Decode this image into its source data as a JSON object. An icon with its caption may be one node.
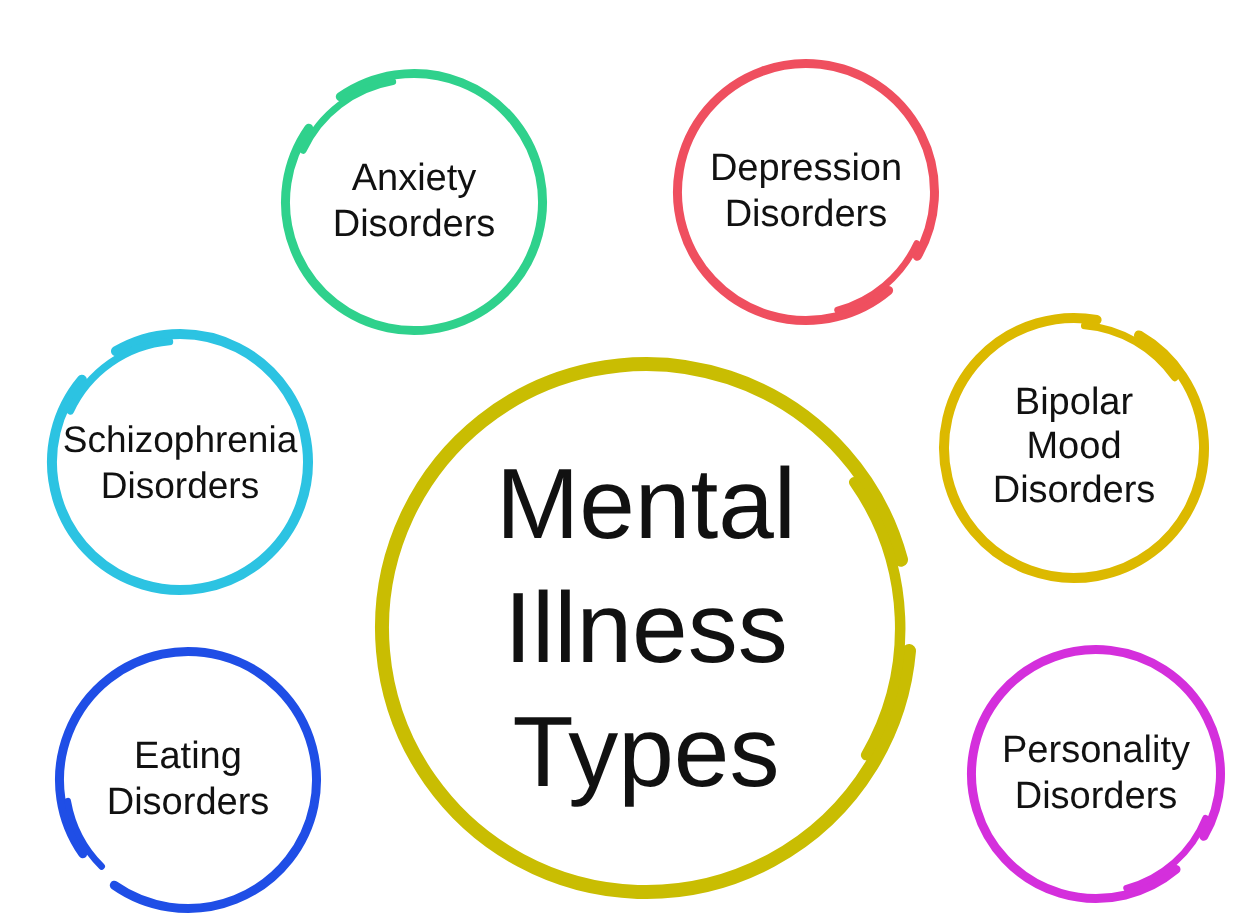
{
  "diagram": {
    "nodes": [
      {
        "text": [
          "Anxiety Disorders"
        ]
      },
      {
        "text": [
          "Depression Disorders"
        ]
      },
      {
        "text": [
          "Schizophrenia Disorders"
        ]
      },
      {
        "text": [
          "Bipolar Mood Disorders"
        ]
      },
      {
        "text": [
          "Mental Illness Types"
        ]
      },
      {
        "text": [
          "Eating Disorders"
        ]
      },
      {
        "text": [
          "Personality Disorders"
        ]
      }
    ]
  }
}
